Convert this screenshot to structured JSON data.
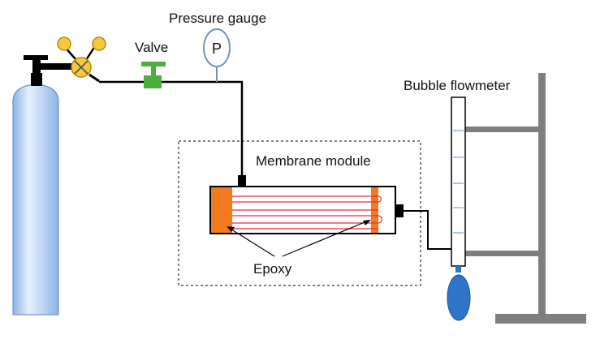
{
  "labels": {
    "pressure_gauge": "Pressure gauge",
    "gauge_letter": "P",
    "valve": "Valve",
    "membrane_module": "Membrane module",
    "bubble_flowmeter": "Bubble flowmeter",
    "epoxy": "Epoxy"
  },
  "colors": {
    "line": "#000000",
    "cylinder_light": "#dbe9fb",
    "cylinder_mid": "#a9c8ee",
    "cylinder_edge": "#6f95c8",
    "regulator_fill": "#f6c93b",
    "regulator_stroke": "#b58a10",
    "valve_green": "#4cae3c",
    "gauge_stroke": "#6b93c8",
    "epoxy_orange": "#f47a20",
    "fiber_red": "#e0303a",
    "stand_gray": "#7f7f7f",
    "bulb_blue": "#2e74c9",
    "tick_blue": "#5b8fd6"
  }
}
